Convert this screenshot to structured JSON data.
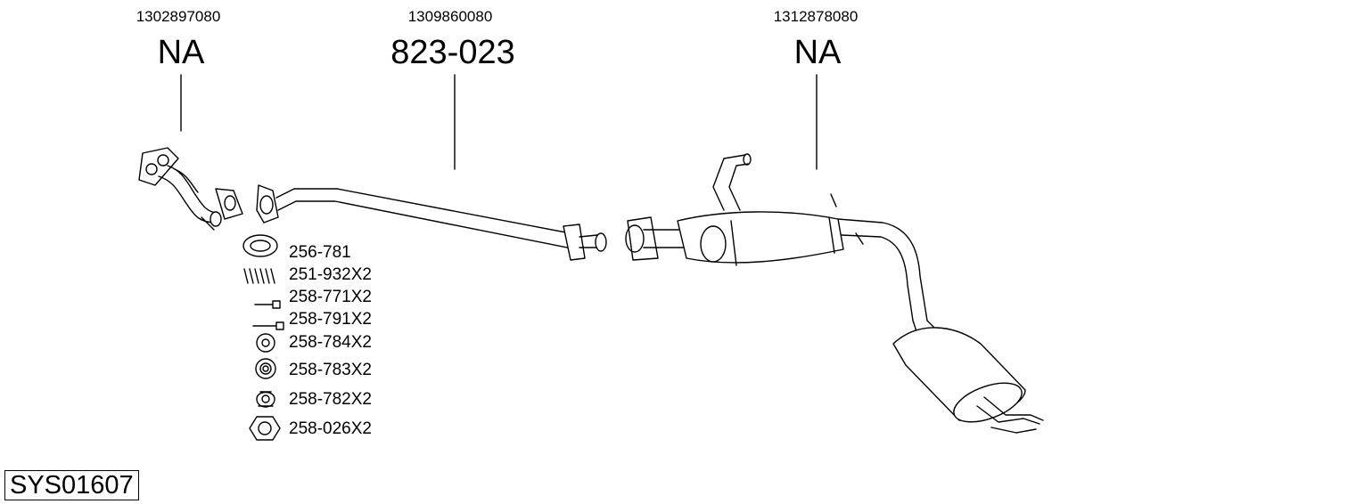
{
  "diagram_code": "SYS01607",
  "sections": [
    {
      "oe_number": "1302897080",
      "part_number": "NA"
    },
    {
      "oe_number": "1309860080",
      "part_number": "823-023"
    },
    {
      "oe_number": "1312878080",
      "part_number": "NA"
    }
  ],
  "accessories": [
    {
      "code": "256-781",
      "icon": "gasket-ring-icon"
    },
    {
      "code": "251-932X2",
      "icon": "spring-icon"
    },
    {
      "code": "258-771X2",
      "icon": "bolt-icon"
    },
    {
      "code": "258-791X2",
      "icon": "bolt-icon"
    },
    {
      "code": "258-784X2",
      "icon": "rubber-mount-icon"
    },
    {
      "code": "258-783X2",
      "icon": "rubber-mount-icon"
    },
    {
      "code": "258-782X2",
      "icon": "rubber-mount-icon"
    },
    {
      "code": "258-026X2",
      "icon": "hex-nut-icon"
    }
  ]
}
